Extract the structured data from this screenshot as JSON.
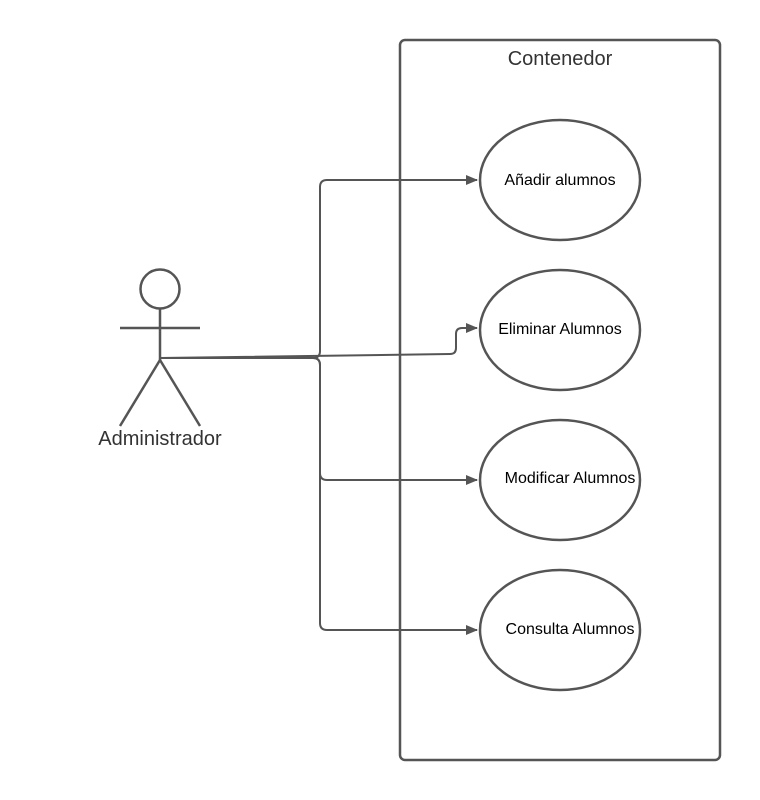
{
  "container": {
    "title": "Contenedor"
  },
  "actor": {
    "name": "Administrador"
  },
  "use_cases": [
    {
      "label": "Añadir alumnos"
    },
    {
      "label": "Eliminar Alumnos"
    },
    {
      "label": "Modificar Alumnos"
    },
    {
      "label": "Consulta Alumnos"
    }
  ],
  "colors": {
    "stroke": "#555555",
    "background": "#ffffff"
  }
}
